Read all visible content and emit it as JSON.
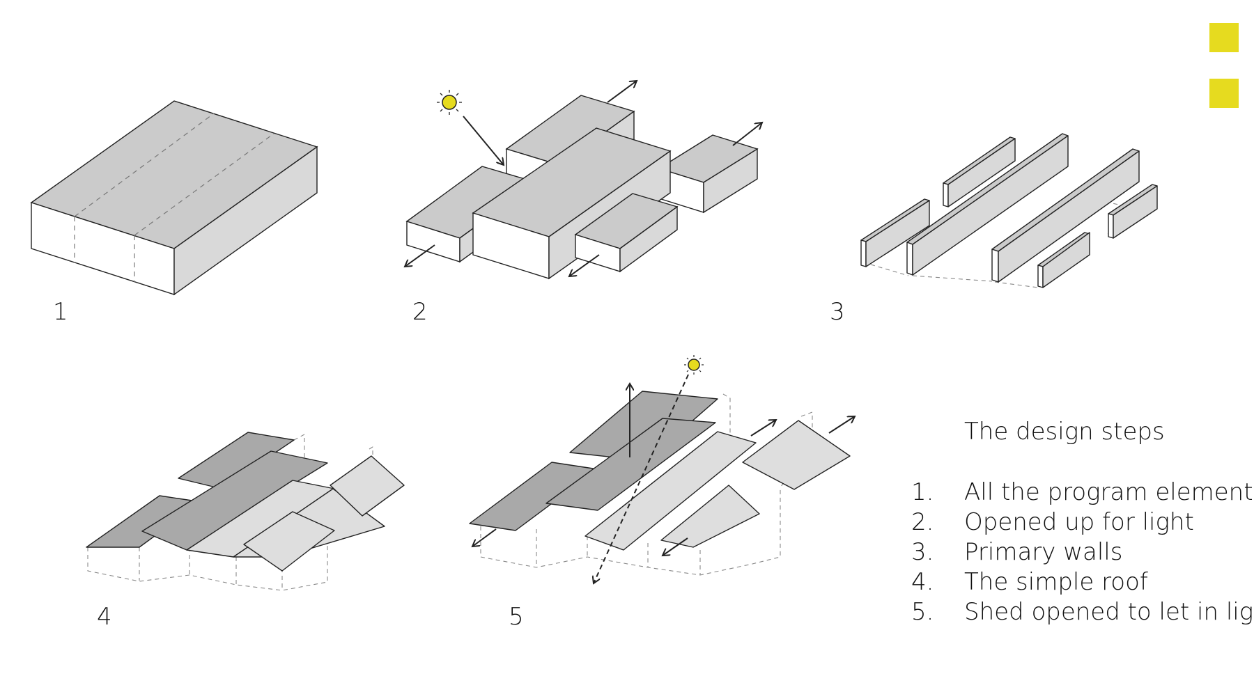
{
  "accent_color": "#e6db1f",
  "diagram": {
    "steps": [
      {
        "number": "1",
        "icon": "massing-block-icon"
      },
      {
        "number": "2",
        "icon": "split-volumes-icon"
      },
      {
        "number": "3",
        "icon": "primary-walls-icon"
      },
      {
        "number": "4",
        "icon": "simple-roof-icon"
      },
      {
        "number": "5",
        "icon": "shed-roof-light-icon"
      }
    ]
  },
  "legend": {
    "title": "The design steps",
    "items": [
      {
        "num": "1.",
        "text": "All the program elements"
      },
      {
        "num": "2.",
        "text": "Opened up for light"
      },
      {
        "num": "3.",
        "text": "Primary walls"
      },
      {
        "num": "4.",
        "text": "The simple roof"
      },
      {
        "num": "5.",
        "text": "Shed opened to let in light."
      }
    ]
  },
  "colors": {
    "top_face": "#cbcbcb",
    "front_face": "#ffffff",
    "side_face": "#d9d9d9",
    "roof_dark": "#a9a9a9",
    "roof_light": "#dedede",
    "sun": "#e6db1f",
    "stroke": "#222222"
  }
}
